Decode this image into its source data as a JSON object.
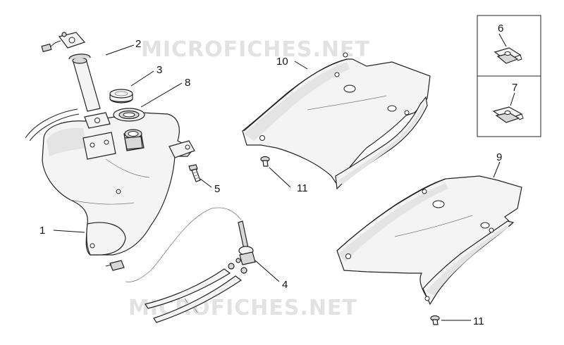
{
  "watermark": {
    "top": "MICROFICHES.NET",
    "bottom": "MICROFICHES.NET"
  },
  "callouts": {
    "c1": "1",
    "c2": "2",
    "c3": "3",
    "c4": "4",
    "c5": "5",
    "c6": "6",
    "c7": "7",
    "c8": "8",
    "c9": "9",
    "c10": "10",
    "c11a": "11",
    "c11b": "11"
  }
}
